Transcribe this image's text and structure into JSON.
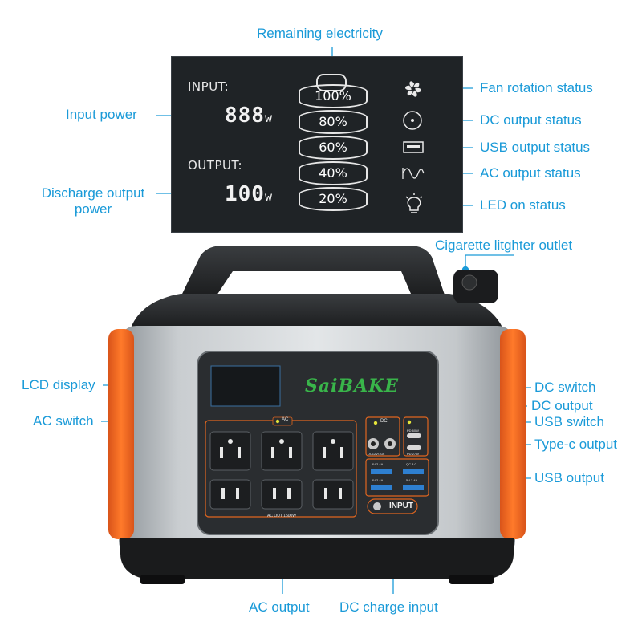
{
  "colors": {
    "accent": "#1a9ad8",
    "orange": "#f26a21",
    "lcd_bg": "#1f2326",
    "body_silver": "#b9bdc1"
  },
  "labels": {
    "remaining_electricity": "Remaining electricity",
    "input_power": "Input power",
    "discharge_output_power_line1": "Discharge output",
    "discharge_output_power_line2": "power",
    "fan_rotation_status": "Fan rotation status",
    "dc_output_status": "DC output status",
    "usb_output_status": "USB output status",
    "ac_output_status": "AC output status",
    "led_on_status": "LED on status",
    "cigarette_outlet": "Cigarette litghter outlet",
    "lcd_display": "LCD display",
    "ac_switch": "AC switch",
    "dc_switch": "DC switch",
    "dc_output": "DC output",
    "usb_switch": "USB switch",
    "typec_output": "Type-c output",
    "usb_output": "USB output",
    "ac_output": "AC output",
    "dc_charge_input": "DC charge input"
  },
  "lcd": {
    "input_label": "INPUT:",
    "input_value": "888",
    "output_label": "OUTPUT:",
    "output_value": "100",
    "unit": "w",
    "battery_levels": [
      "100%",
      "80%",
      "60%",
      "40%",
      "20%"
    ]
  },
  "device": {
    "brand": "SaiBAKE",
    "ac_tag": "AC",
    "dc_tag": "DC",
    "dc_port_label": "DC12V/10A",
    "ac_outlet_label": "AC OUT 1500W",
    "usb_labels": [
      "5V 2.4A",
      "QC 3.0",
      "5V 2.4A",
      "5V 2.4A"
    ],
    "pd_labels": [
      "PD 60W",
      "PD 27W"
    ],
    "input_button": "INPUT"
  },
  "icons": [
    "fan-icon",
    "dc-output-icon",
    "usb-output-icon",
    "ac-wave-icon",
    "led-bulb-icon"
  ]
}
